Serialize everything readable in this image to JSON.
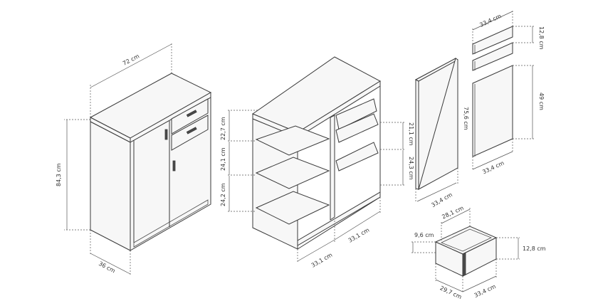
{
  "labels": {
    "cab_width": "72 cm",
    "cab_height": "84,3 cm",
    "cab_depth": "36 cm",
    "shelf_1": "22,7 cm",
    "shelf_2": "24,1 cm",
    "shelf_3": "24,2 cm",
    "frame_top": "21,1 cm",
    "frame_mid": "24,3 cm",
    "base_left": "33,1 cm",
    "base_right": "33,1 cm",
    "door_height": "75,6 cm",
    "door_width": "33,4 cm",
    "front_top_width": "33,4 cm",
    "front_top_height": "12,8 cm",
    "front_door_height": "49 cm",
    "front_bottom_width": "33,4 cm",
    "drawer_inner_width": "28,1 cm",
    "drawer_inner_height": "9,6 cm",
    "drawer_height": "12,8 cm",
    "drawer_depth": "29,7 cm",
    "drawer_width": "33,4 cm"
  }
}
